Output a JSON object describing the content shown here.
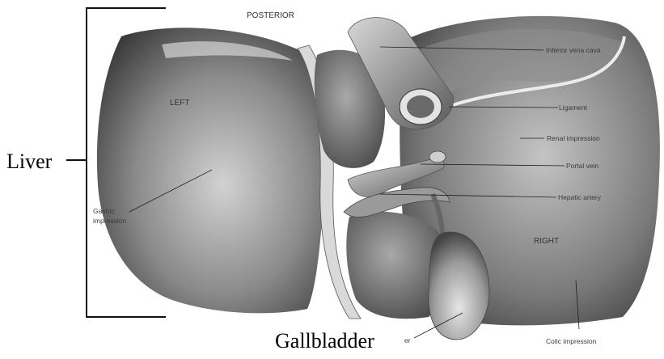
{
  "labels": {
    "liver": "Liver",
    "gallbladder": "Gallbladder",
    "gallbladder_fragment": "er",
    "posterior": "POSTERIOR",
    "left": "LEFT",
    "right": "RIGHT",
    "inferior_vena_cava": "Inferior vena cava",
    "ligament": "Ligament",
    "renal_impression": "Renal impression",
    "portal_vein": "Portal vein",
    "hepatic_artery": "Hepatic artery",
    "gastric_impression_line1": "Gastric",
    "gastric_impression_line2": "impression",
    "colic_impression": "Colic impression"
  },
  "colors": {
    "liver_dark": "#3d3d3d",
    "liver_mid": "#7d7d7d",
    "liver_light": "#c9c9c9",
    "line": "#111111"
  }
}
